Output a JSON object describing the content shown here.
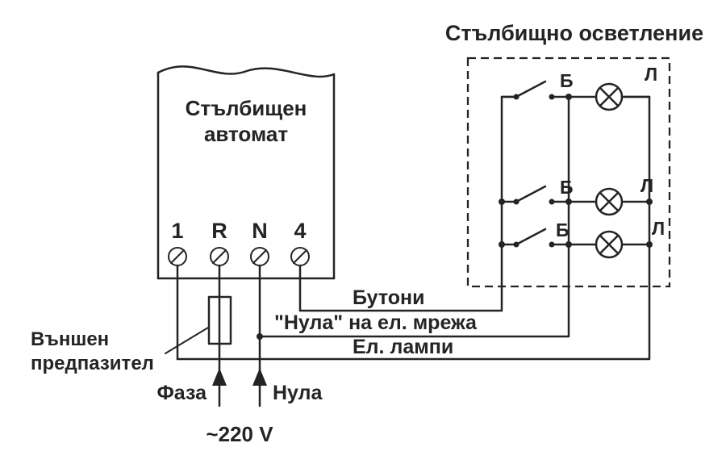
{
  "colors": {
    "ink": "#242424",
    "background": "#ffffff"
  },
  "diagram": {
    "title": "Стълбищно осветление",
    "device": {
      "name_line1": "Стълбищен",
      "name_line2": "автомат",
      "terminals": [
        "1",
        "R",
        "N",
        "4"
      ]
    },
    "components": {
      "button_label": "Б",
      "lamp_label": "Л",
      "fuse_label_line1": "Външен",
      "fuse_label_line2": "предпазител"
    },
    "wires": {
      "buttons": "Бутони",
      "neutral_line": "\"Нула\" на ел. мрежа",
      "lamps": "Ел. лампи"
    },
    "supply": {
      "phase": "Фаза",
      "neutral": "Нула",
      "voltage": "~220 V"
    }
  }
}
